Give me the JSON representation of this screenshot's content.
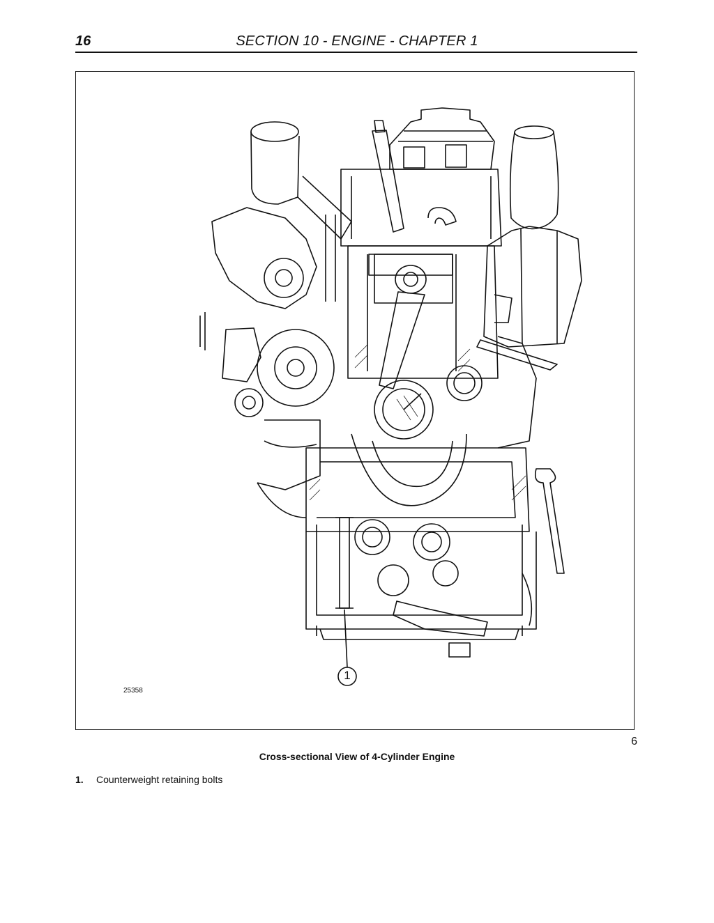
{
  "header": {
    "page_number": "16",
    "section_title": "SECTION 10 - ENGINE - CHAPTER 1"
  },
  "figure": {
    "id_code": "25358",
    "callout": "1",
    "number": "6",
    "caption": "Cross-sectional View of 4-Cylinder Engine"
  },
  "legend": [
    {
      "num": "1.",
      "text": "Counterweight retaining bolts"
    }
  ]
}
